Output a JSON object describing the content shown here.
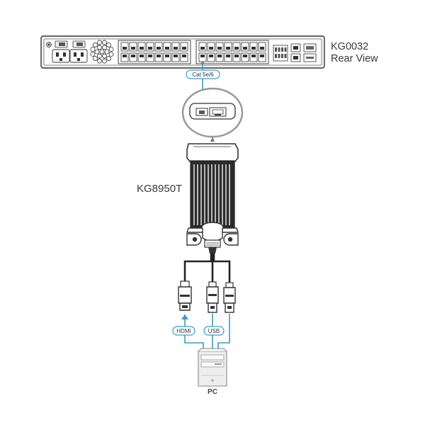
{
  "switch": {
    "model": "KG0032",
    "view": "Rear View"
  },
  "adapter": {
    "model": "KG8950T"
  },
  "cables": {
    "network": "Cat 5e/6",
    "video": "HDMI",
    "usb": "USB"
  },
  "computer": {
    "label": "PC"
  },
  "colors": {
    "cable": "#3a9ac9",
    "outline": "#333333",
    "fill_light": "#ebebeb",
    "fill_dark": "#222222"
  }
}
